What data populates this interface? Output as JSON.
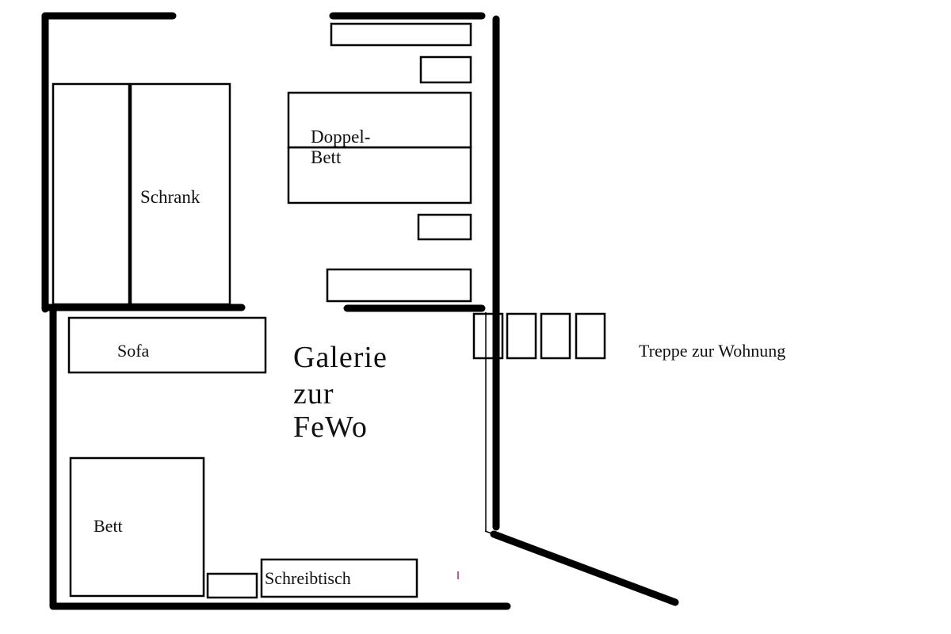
{
  "labels": {
    "schrank": "Schrank",
    "doppelbett_line1": "Doppel-",
    "doppelbett_line2": "Bett",
    "sofa": "Sofa",
    "bett": "Bett",
    "schreibtisch": "Schreibtisch",
    "treppe": "Treppe zur Wohnung"
  },
  "title": {
    "line1": "Galerie",
    "line2": "zur",
    "line3": "FeWo"
  },
  "colors": {
    "wall": "#000000",
    "furniture_outline": "#000000",
    "background": "#ffffff",
    "stray_mark": "#9b2d8a"
  }
}
